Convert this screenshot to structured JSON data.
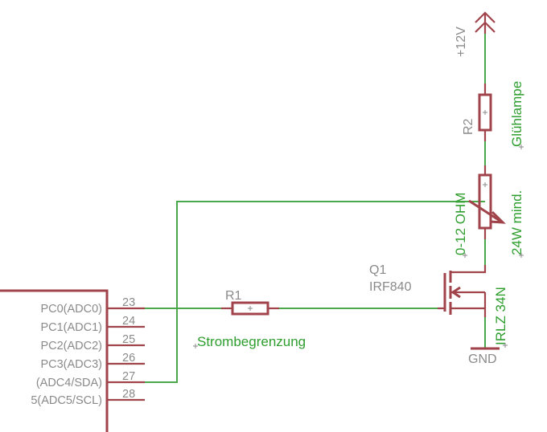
{
  "supply": {
    "label": "+12V"
  },
  "ground": {
    "label": "GND"
  },
  "r1": {
    "name": "R1",
    "value": "Strombegrenzung"
  },
  "r2": {
    "name": "R2",
    "value": "Glühlampe"
  },
  "pot": {
    "value": "0-12 OHM",
    "note": "24W mind."
  },
  "q1": {
    "name": "Q1",
    "value": "IRF840",
    "alt": "IRLZ 34N"
  },
  "mcu": {
    "pins": [
      {
        "name": "PC0(ADC0)",
        "num": "23"
      },
      {
        "name": "PC1(ADC1)",
        "num": "24"
      },
      {
        "name": "PC2(ADC2)",
        "num": "25"
      },
      {
        "name": "PC3(ADC3)",
        "num": "26"
      },
      {
        "name": "(ADC4/SDA)",
        "num": "27"
      },
      {
        "name": "5(ADC5/SCL)",
        "num": "28"
      }
    ]
  },
  "colors": {
    "wire": "#4aa84a",
    "part": "#a0434a",
    "text_gray": "#8a8a8a",
    "text_green": "#2e9e2e"
  }
}
